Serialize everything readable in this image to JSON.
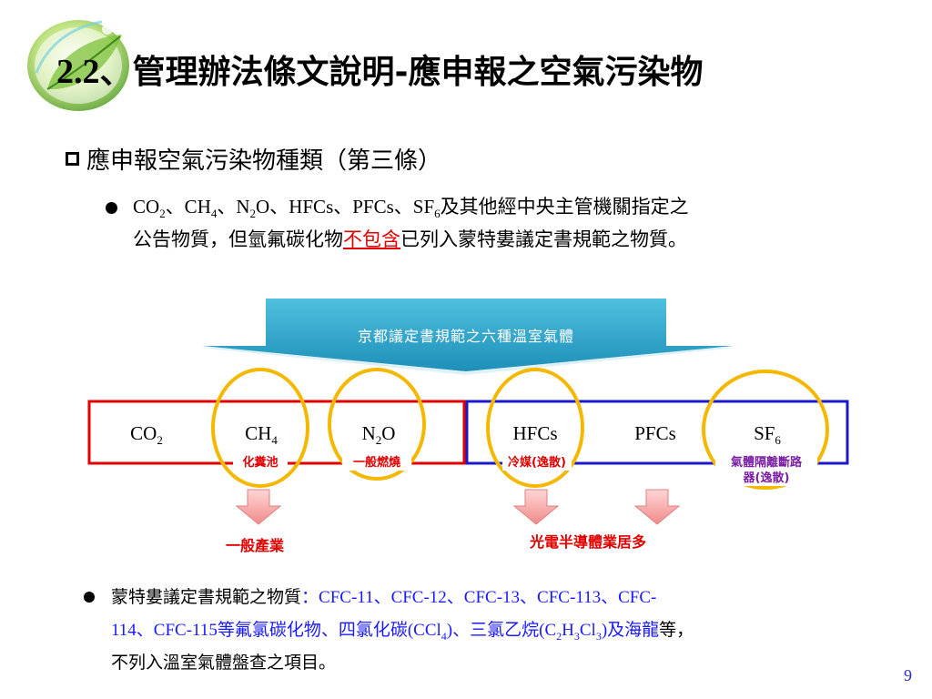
{
  "title": {
    "number": "2.2",
    "text": "、管理辦法條文說明-應申報之空氣污染物"
  },
  "heading": "應申報空氣污染物種類（第三條）",
  "sub1": {
    "line1_prefix": "CO",
    "co2_sub": "2",
    "sep1": "、CH",
    "ch4_sub": "4",
    "sep2": "、N",
    "n2o_sub": "2",
    "sep3": "O、HFCs、PFCs、SF",
    "sf6_sub": "6",
    "line1_suffix": "及其他經中央主管機關指定之",
    "line2_prefix": "公告物質，但氫氟碳化物",
    "line2_highlight": "不包含",
    "line2_suffix": "已列入蒙特婁議定書規範之物質。"
  },
  "diagram": {
    "banner": "京都議定書規範之六種溫室氣體",
    "gases": {
      "co2": "CO",
      "co2_sub": "2",
      "ch4": "CH",
      "ch4_sub": "4",
      "n2o_a": "N",
      "n2o_sub": "2",
      "n2o_b": "O",
      "hfcs": "HFCs",
      "pfcs": "PFCs",
      "sf6": "SF",
      "sf6_sub": "6"
    },
    "notes": {
      "ch4": "化糞池",
      "n2o": "一般燃燒",
      "hfcs": "冷媒(逸散)",
      "sf6_line1": "氣體隔離斷路",
      "sf6_line2": "器(逸散)"
    },
    "labels": {
      "general": "一般產業",
      "semiconductor": "光電半導體業居多"
    },
    "colors": {
      "red_box": "#e00000",
      "blue_box": "#1a1acc",
      "circle": "#f5b800",
      "banner": "#2aa3c8"
    }
  },
  "sub2": {
    "prefix": "蒙特婁議定書規範之物質",
    "colon": "：",
    "list1": "CFC-11、CFC-12、CFC-13、CFC-113、CFC-",
    "list2a": "114、CFC-115等氟氯碳化物、四氯化碳(CCl",
    "ccl4_sub": "4",
    "list2b": ")、三氯乙烷(C",
    "c2_sub": "2",
    "h": "H",
    "h3_sub": "3",
    "cl": "Cl",
    "cl3_sub": "3",
    "list2c": ")及海龍",
    "list2d": "等，",
    "line3": "不列入溫室氣體盤查之項目。"
  },
  "page_number": "9"
}
